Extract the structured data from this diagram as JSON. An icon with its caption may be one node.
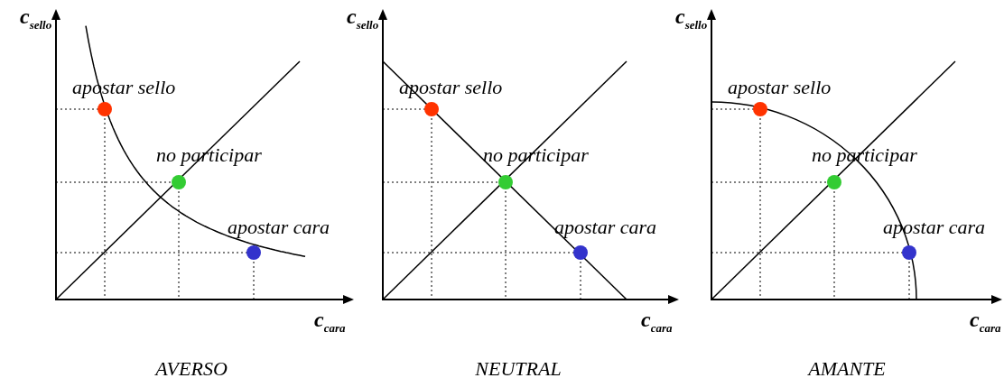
{
  "diagram": {
    "labels": [
      "c$_{sello}$",
      "apostar sello",
      "no participar",
      "apostar cara",
      "c$_{cara}$",
      "AVERSO",
      "c$_{sello}$",
      "apostar sello",
      "no participar",
      "apostar cara",
      "c$_{cara}$",
      "NEUTRAL",
      "c$_{sello}$",
      "apostar sello",
      "no participar",
      "apostar cara",
      "c$_{cara}$",
      "AMANTE"
    ]
  }
}
